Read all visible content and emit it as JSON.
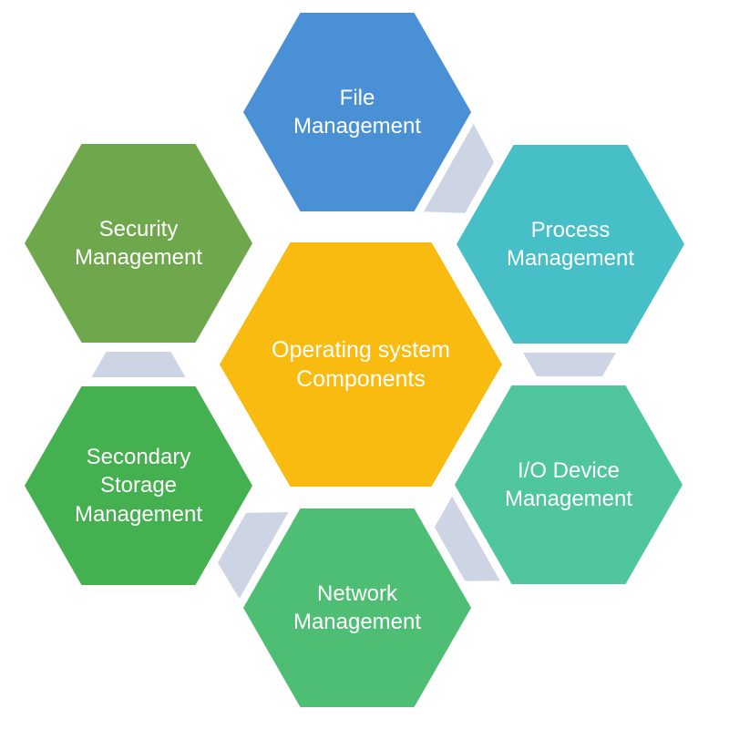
{
  "diagram": {
    "background": "#FFFFFF",
    "text_color": "#FFFFFF",
    "connector_color": "#CDD4E4",
    "center": {
      "id": "center",
      "label": "Operating system Components",
      "color": "#F9BB10"
    },
    "nodes": [
      {
        "id": "file",
        "label": "File Management",
        "color": "#4A90D5"
      },
      {
        "id": "process",
        "label": "Process Management",
        "color": "#47BFC6"
      },
      {
        "id": "io",
        "label": "I/O Device Management",
        "color": "#50C69E"
      },
      {
        "id": "network",
        "label": "Network Management",
        "color": "#4DBE73"
      },
      {
        "id": "secondary",
        "label": "Secondary Storage Management",
        "color": "#45B04F"
      },
      {
        "id": "security",
        "label": "Security Management",
        "color": "#6FA84C"
      }
    ],
    "connectors": [
      {
        "from": "file",
        "to": "process"
      },
      {
        "from": "process",
        "to": "io"
      },
      {
        "from": "io",
        "to": "network"
      },
      {
        "from": "network",
        "to": "secondary"
      },
      {
        "from": "secondary",
        "to": "security"
      }
    ]
  }
}
